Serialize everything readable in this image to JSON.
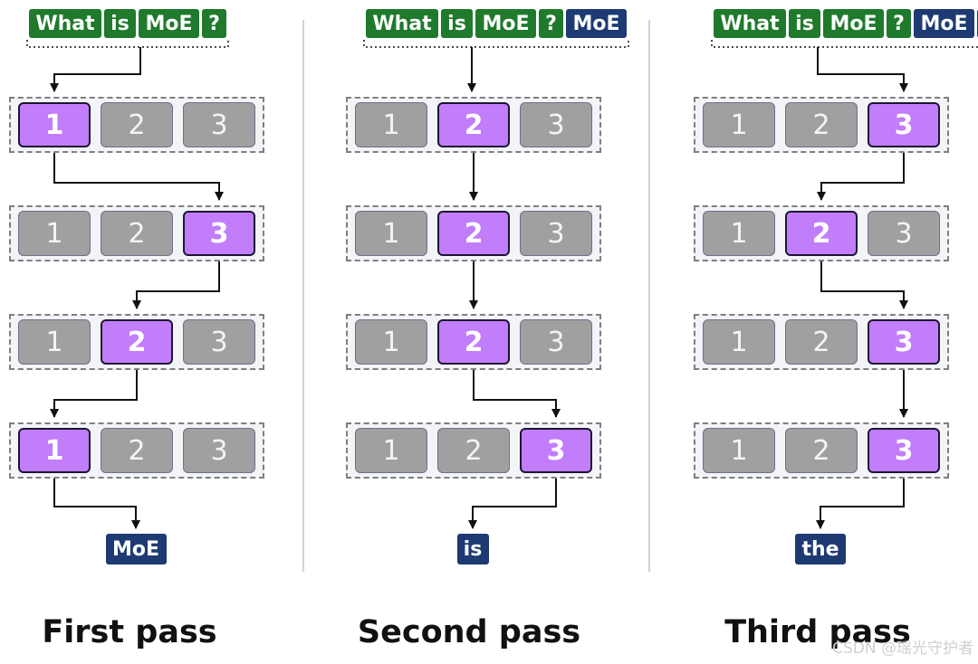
{
  "passes": [
    {
      "name": "First pass",
      "input_tokens": [
        "What",
        "is",
        "MoE",
        "?"
      ],
      "new_input_tokens": [],
      "experts": [
        "1",
        "2",
        "3"
      ],
      "selected_expert_per_layer": [
        1,
        3,
        2,
        1
      ],
      "output_token": "MoE"
    },
    {
      "name": "Second pass",
      "input_tokens": [
        "What",
        "is",
        "MoE",
        "?"
      ],
      "new_input_tokens": [
        "MoE"
      ],
      "experts": [
        "1",
        "2",
        "3"
      ],
      "selected_expert_per_layer": [
        2,
        2,
        2,
        3
      ],
      "output_token": "is"
    },
    {
      "name": "Third pass",
      "input_tokens": [
        "What",
        "is",
        "MoE",
        "?"
      ],
      "new_input_tokens": [
        "MoE",
        "is"
      ],
      "experts": [
        "1",
        "2",
        "3"
      ],
      "selected_expert_per_layer": [
        3,
        2,
        3,
        3
      ],
      "output_token": "the"
    }
  ],
  "colors": {
    "input_token": "#1f7a2c",
    "generated_token": "#1d3a72",
    "active_expert": "#c27dfa",
    "inactive_expert": "#a0a0a0"
  },
  "watermark": "CSDN @瑶光守护者"
}
